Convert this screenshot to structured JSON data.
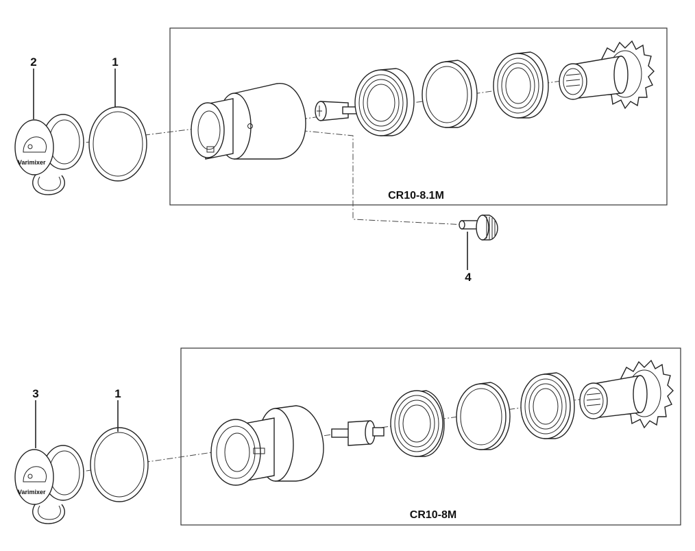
{
  "callouts": {
    "top_cover": "2",
    "top_ring": "1",
    "knob": "4",
    "bottom_cover": "3",
    "bottom_ring": "1"
  },
  "assemblies": {
    "top_model": "CR10-8.1M",
    "bottom_model": "CR10-8M"
  },
  "logo_text": "Varimixer"
}
